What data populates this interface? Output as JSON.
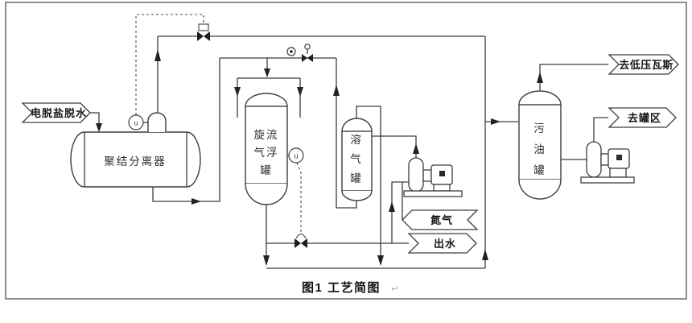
{
  "figure": {
    "caption": "图1 工艺简图",
    "caption_mark": "↵"
  },
  "banners": {
    "feed": {
      "label": "电脱盐脱水",
      "direction": "right"
    },
    "nitrogen": {
      "label": "氮气",
      "direction": "left"
    },
    "water_out": {
      "label": "出水",
      "direction": "right"
    },
    "to_lp_gas": {
      "label": "去低压瓦斯",
      "direction": "right"
    },
    "to_tank_area": {
      "label": "去罐区",
      "direction": "right"
    }
  },
  "vessels": {
    "coalescer": {
      "label": "聚结分离器"
    },
    "flotation_tank": {
      "lines": [
        "旋流",
        "气浮",
        "罐"
      ]
    },
    "dissolved_gas_tank": {
      "lines": [
        "溶",
        "气",
        "罐"
      ]
    },
    "slop_oil_tank": {
      "lines": [
        "污",
        "油",
        "罐"
      ]
    }
  },
  "instruments": {
    "level_controller_separator": {
      "label": "u"
    },
    "level_controller_flotation": {
      "label": "u"
    }
  },
  "colors": {
    "line": "#3d3d3d",
    "frame": "#8e8e8e",
    "background": "#ffffff",
    "text": "#161616"
  }
}
